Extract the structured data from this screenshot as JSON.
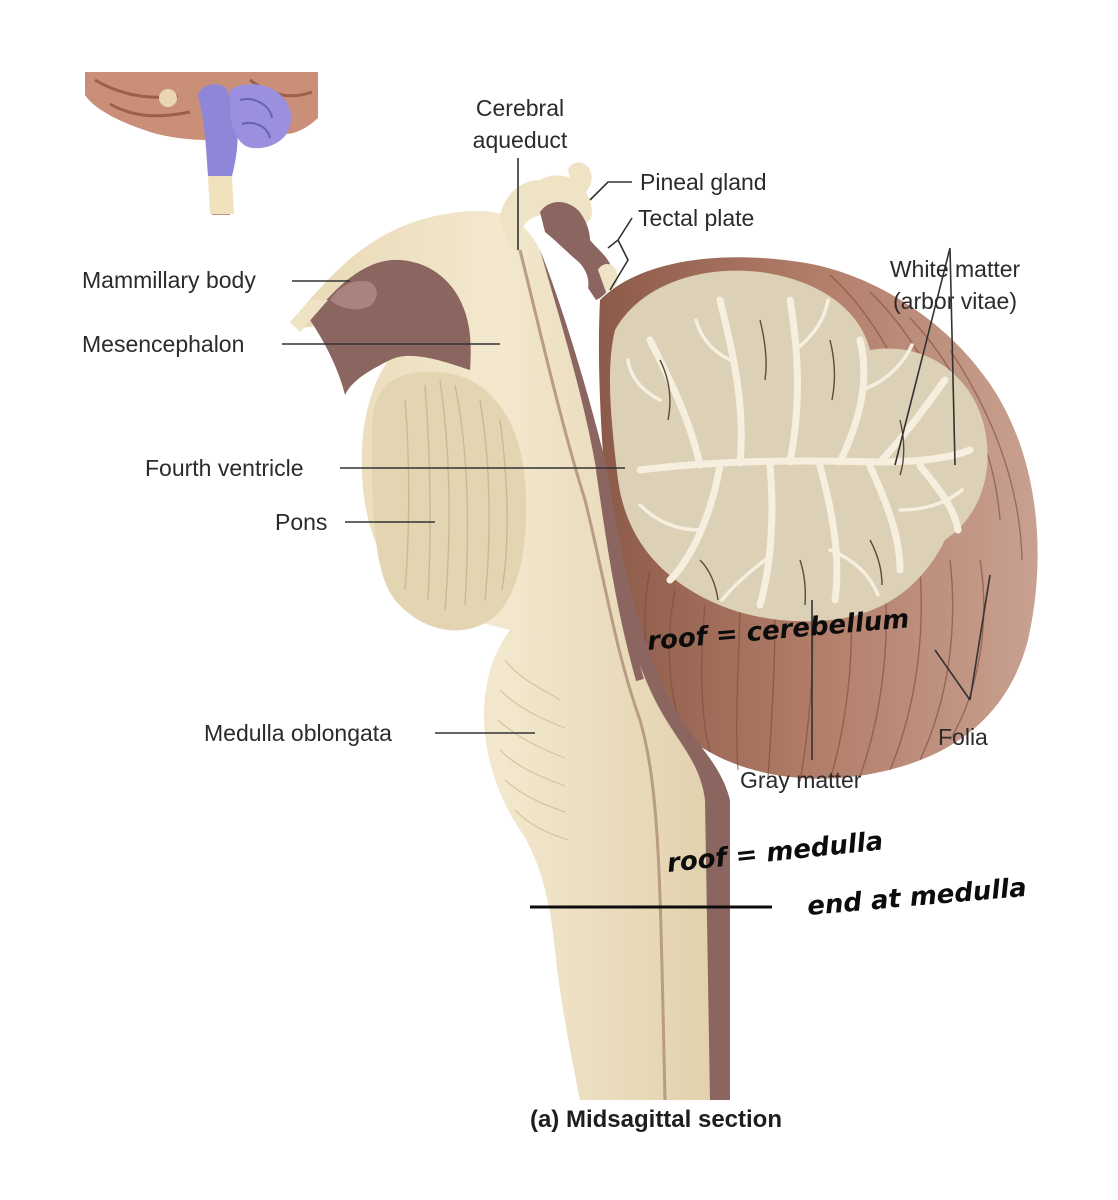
{
  "labels": {
    "cerebral_aqueduct_1": "Cerebral",
    "cerebral_aqueduct_2": "aqueduct",
    "pineal_gland": "Pineal gland",
    "tectal_plate": "Tectal plate",
    "mammillary_body": "Mammillary body",
    "mesencephalon": "Mesencephalon",
    "white_matter_1": "White matter",
    "white_matter_2": "(arbor vitae)",
    "fourth_ventricle": "Fourth ventricle",
    "pons": "Pons",
    "medulla_oblongata": "Medulla oblongata",
    "folia": "Folia",
    "gray_matter": "Gray matter"
  },
  "caption": "(a) Midsagittal section",
  "annotations": {
    "note_1": "roof = cerebellum",
    "note_2": "roof = medulla",
    "note_3": "end at medulla"
  },
  "colors": {
    "brainstem": "#efe3c6",
    "cerebellum_folia": "#a7725f",
    "cavity": "#8b6560",
    "inset_highlight": "#8e86d8"
  }
}
